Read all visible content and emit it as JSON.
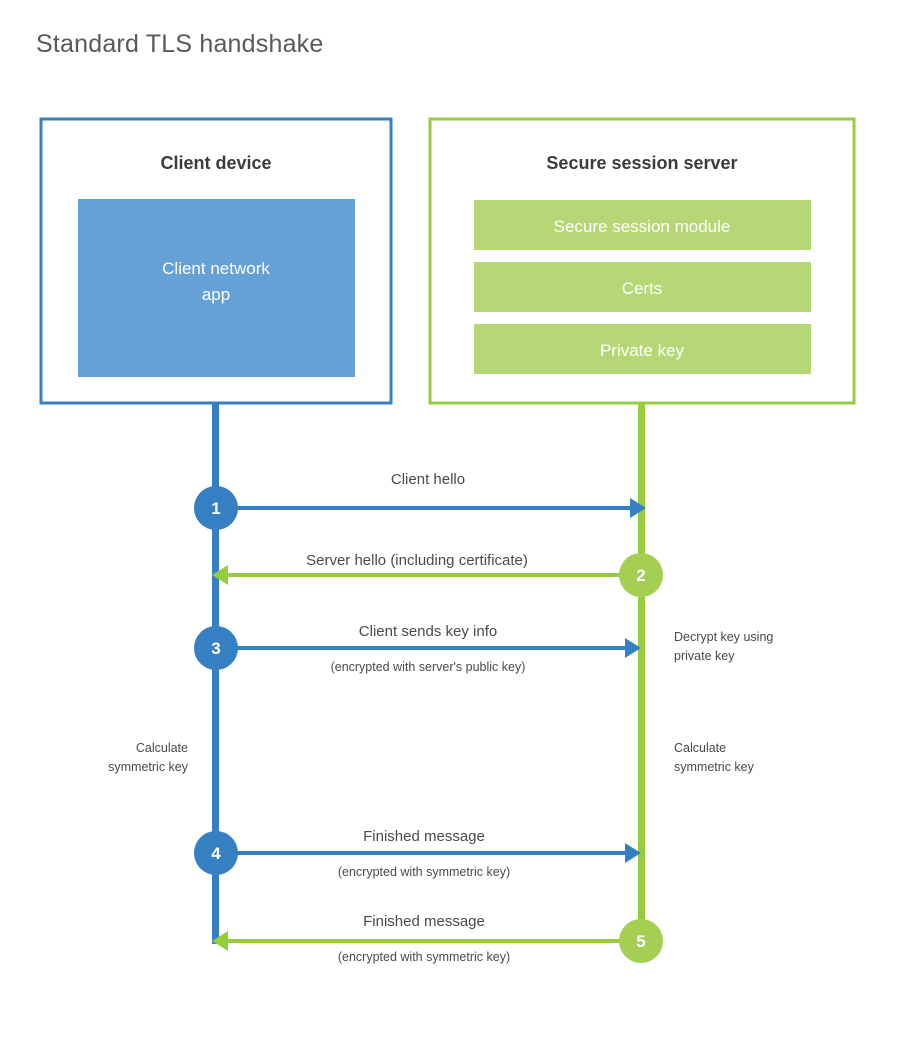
{
  "title": "Standard TLS handshake",
  "colors": {
    "client_border": "#3580c3",
    "client_fill": "#65a0d7",
    "server_border": "#96cc3f",
    "server_fill": "#b5d776",
    "text_dark": "#4a4a4c",
    "title_gray": "#58595b",
    "background": "#ffffff"
  },
  "client_box": {
    "heading": "Client device",
    "inner_label_line1": "Client network",
    "inner_label_line2": "app"
  },
  "server_box": {
    "heading": "Secure session server",
    "items": [
      {
        "label": "Secure session module"
      },
      {
        "label": "Certs"
      },
      {
        "label": "Private key"
      }
    ]
  },
  "steps": [
    {
      "number": "1",
      "direction": "client-to-server",
      "side": "client",
      "main": "Client hello",
      "sub": ""
    },
    {
      "number": "2",
      "direction": "server-to-client",
      "side": "server",
      "main": "Server hello (including certificate)",
      "sub": ""
    },
    {
      "number": "3",
      "direction": "client-to-server",
      "side": "client",
      "main": "Client sends key info",
      "sub": "(encrypted with server's public key)"
    },
    {
      "number": "4",
      "direction": "client-to-server",
      "side": "client",
      "main": "Finished message",
      "sub": "(encrypted with symmetric key)"
    },
    {
      "number": "5",
      "direction": "server-to-client",
      "side": "server",
      "main": "Finished message",
      "sub": "(encrypted with symmetric key)"
    }
  ],
  "annotations": {
    "decrypt_line1": "Decrypt key using",
    "decrypt_line2": "private key",
    "client_calc_line1": "Calculate",
    "client_calc_line2": "symmetric key",
    "server_calc_line1": "Calculate",
    "server_calc_line2": "symmetric key"
  }
}
